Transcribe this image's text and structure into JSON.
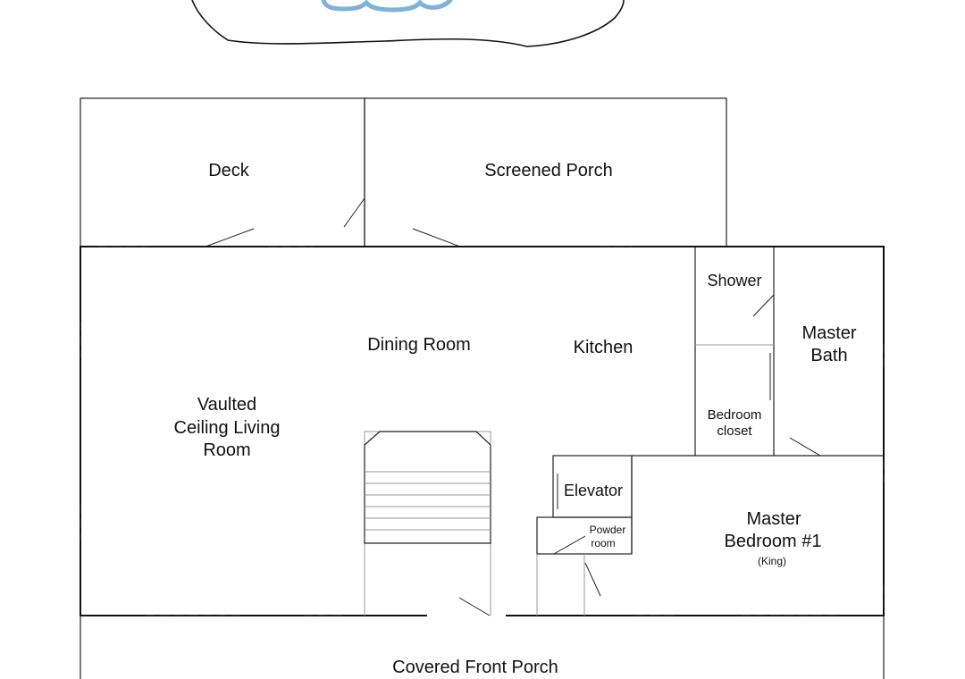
{
  "rooms": {
    "deck": "Deck",
    "screened_porch": "Screened Porch",
    "shower": "Shower",
    "master_bath_line1": "Master",
    "master_bath_line2": "Bath",
    "dining_room": "Dining Room",
    "kitchen": "Kitchen",
    "living_line1": "Vaulted",
    "living_line2": "Ceiling Living",
    "living_line3": "Room",
    "bedroom_closet_line1": "Bedroom",
    "bedroom_closet_line2": "closet",
    "elevator": "Elevator",
    "powder_line1": "Powder",
    "powder_line2": "room",
    "master_bedroom_line1": "Master",
    "master_bedroom_line2": "Bedroom #1",
    "master_bedroom_note": "(King)",
    "front_porch": "Covered Front Porch"
  },
  "colors": {
    "walls": "#222222",
    "hot_tub": "#7fb2d8"
  }
}
